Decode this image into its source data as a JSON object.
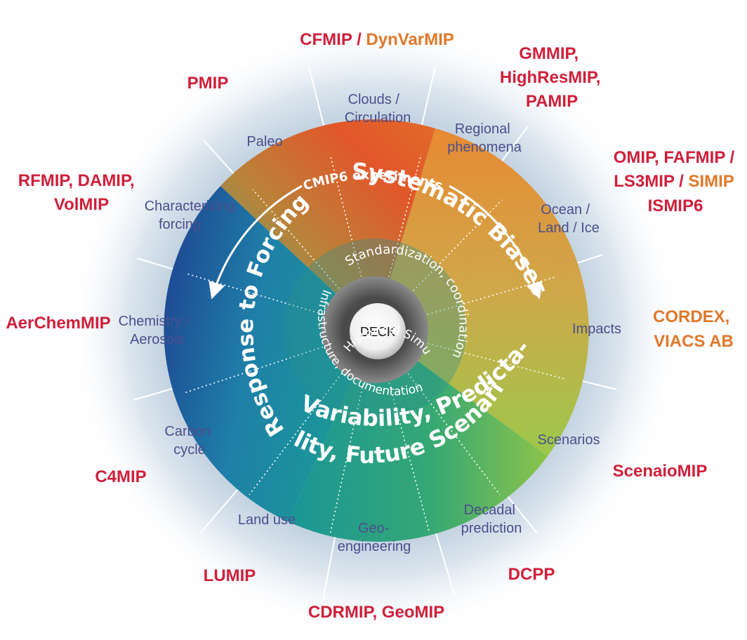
{
  "colors": {
    "mip_red": "#cf1f3a",
    "mip_orange": "#e0782a",
    "theme_text": "#4b4f8c",
    "spoke": "#ffffff"
  },
  "center": {
    "label": "DECK"
  },
  "inner_ring": {
    "historical": "CMIP6 Historical Simulation",
    "standardization": "Standardization, coordination",
    "infrastructure": "Infrastructure, documentation"
  },
  "middle_ring": {
    "cmip6_experiments": "CMIP6 experiments",
    "systematic_biases": "Systematic Biases",
    "response_to_forcing": "Response to Forcing",
    "variability_line1": "Variability, Predicta-",
    "variability_line2": "bility, Future Scenarios"
  },
  "themes": {
    "clouds_1": "Clouds /",
    "clouds_2": "Circulation",
    "regional_1": "Regional",
    "regional_2": "phenomena",
    "ocean_1": "Ocean /",
    "ocean_2": "Land / Ice",
    "impacts": "Impacts",
    "scenarios": "Scenarios",
    "decadal_1": "Decadal",
    "decadal_2": "prediction",
    "geo_1": "Geo-",
    "geo_2": "engineering",
    "landuse": "Land use",
    "carbon_1": "Carbon",
    "carbon_2": "cycle",
    "chem_1": "Chemistry /",
    "chem_2": "Aerosols",
    "charforcing_1": "Characterizing",
    "charforcing_2": "forcing",
    "paleo": "Paleo"
  },
  "mips": {
    "cfmip": "CFMIP",
    "slash": " / ",
    "dynvarmip": "DynVarMIP",
    "gmmip_1": "GMMIP,",
    "gmmip_2": "HighResMIP,",
    "gmmip_3": "PAMIP",
    "omip_1": "OMIP, FAFMIP /",
    "ls3mip": "LS3MIP",
    "simip": "SIMIP",
    "ismip6": "ISMIP6",
    "cordex": "CORDEX,",
    "viacs": "VIACS AB",
    "scenariomip": "ScenaioMIP",
    "dcpp": "DCPP",
    "cdrmip": "CDRMIP, GeoMIP",
    "lumip": "LUMIP",
    "c4mip": "C4MIP",
    "aerchemmip": "AerChemMIP",
    "rfmip_1": "RFMIP, DAMIP,",
    "rfmip_2": "VolMIP",
    "pmip": "PMIP"
  }
}
